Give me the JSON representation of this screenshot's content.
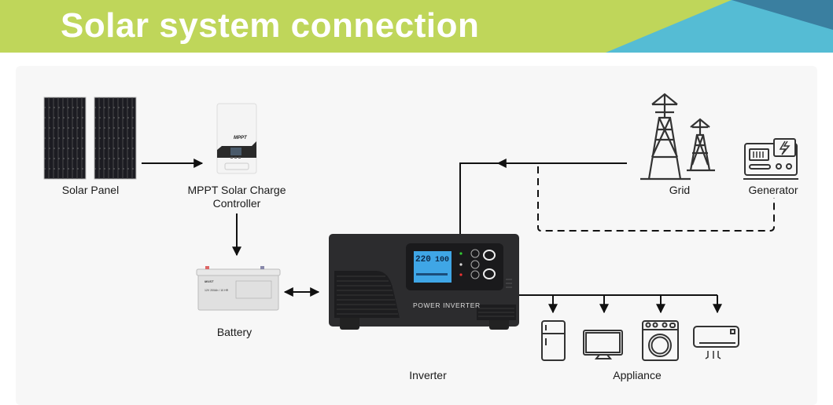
{
  "header": {
    "title": "Solar system connection",
    "colors": {
      "green": "#bfd65a",
      "light_blue": "#55bcd4",
      "dark_blue": "#3a7fa0"
    }
  },
  "nodes": {
    "solar_panel": {
      "label": "Solar Panel",
      "count": 2
    },
    "charge_controller": {
      "label_line1": "MPPT Solar Charge",
      "label_line2": "Controller",
      "device_text": "MPPT"
    },
    "battery": {
      "label": "Battery",
      "device_text": "12V 200Ah / 10 HR",
      "brand": "MUST"
    },
    "inverter": {
      "label": "Inverter",
      "device_text": "POWER INVERTER",
      "lcd_voltage": "220",
      "lcd_percent": "100"
    },
    "grid": {
      "label": "Grid"
    },
    "generator": {
      "label": "Generator"
    },
    "appliance": {
      "label": "Appliance",
      "items": [
        "refrigerator",
        "television",
        "washing-machine",
        "air-conditioner"
      ]
    }
  },
  "connections": [
    {
      "from": "solar_panel",
      "to": "charge_controller",
      "style": "solid",
      "direction": "one-way"
    },
    {
      "from": "charge_controller",
      "to": "battery",
      "style": "solid",
      "direction": "one-way"
    },
    {
      "from": "battery",
      "to": "inverter",
      "style": "solid",
      "direction": "two-way"
    },
    {
      "from": "grid",
      "to": "inverter",
      "style": "solid",
      "direction": "one-way"
    },
    {
      "from": "generator",
      "to": "inverter",
      "style": "dashed",
      "direction": "one-way"
    },
    {
      "from": "inverter",
      "to": "appliance",
      "style": "solid",
      "direction": "one-way"
    }
  ]
}
